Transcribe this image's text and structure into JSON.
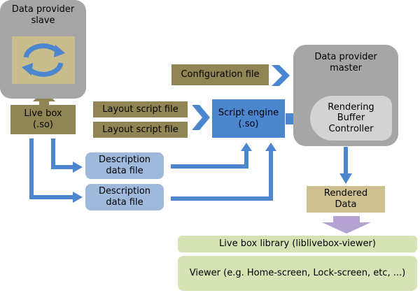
{
  "nodes": {
    "slave_title": "Data provider\nslave",
    "master_title": "Data provider\nmaster",
    "live_box": "Live box\n(.so)",
    "config_file": "Configuration file",
    "layout_file_1": "Layout script file",
    "layout_file_2": "Layout script file",
    "script_engine": "Script engine\n(.so)",
    "rendering_buffer": "Rendering\nBuffer\nController",
    "desc_file_1": "Description\ndata file",
    "desc_file_2": "Description\ndata file",
    "rendered_data": "Rendered\nData",
    "library": "Live box library (liblivebox-viewer)",
    "viewer": "Viewer (e.g. Home-screen, Lock-screen, etc, ...)"
  },
  "colors": {
    "arrow_blue": "#4b86cf",
    "arrow_purple": "#b4a2d2",
    "gray": "#a6a6a6",
    "olive": "#8f8555"
  }
}
